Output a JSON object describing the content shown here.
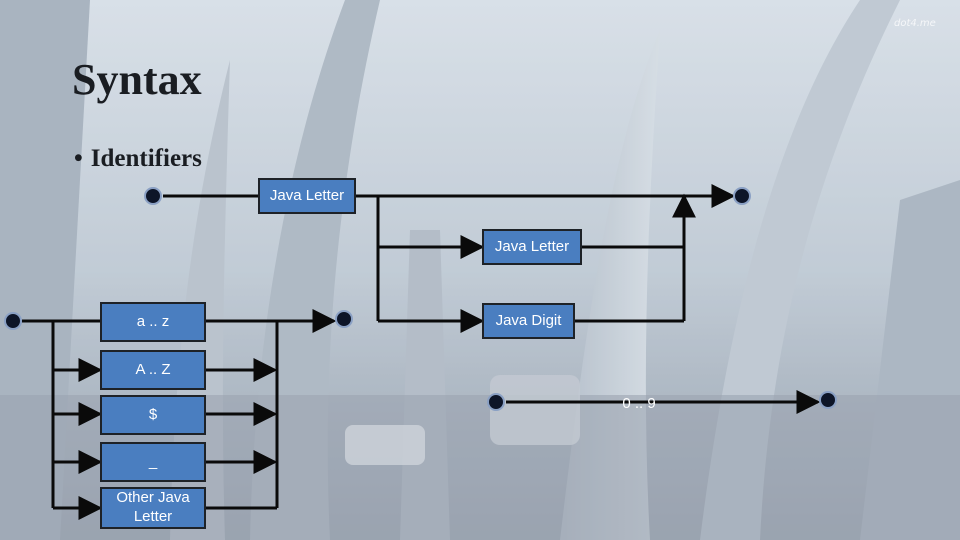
{
  "watermark": "dot4.me",
  "slide": {
    "title": "Syntax",
    "bullet": "Identifiers"
  },
  "diagram": {
    "identifier_start_box": "Java Letter",
    "identifier_loop_letter_box": "Java Letter",
    "identifier_loop_digit_box": "Java Digit",
    "letter_lowercase_box": "a .. z",
    "letter_uppercase_box": "A .. Z",
    "letter_dollar_box": "$",
    "letter_underscore_box": "_",
    "letter_other_box": "Other Java Letter",
    "digit_range_box": "0 .. 9"
  },
  "colors": {
    "box_fill": "#4a7ec0",
    "box_border": "#1e2227",
    "line": "#0a0a0a",
    "node": "#0d1528",
    "title_text": "#1a1d22"
  }
}
